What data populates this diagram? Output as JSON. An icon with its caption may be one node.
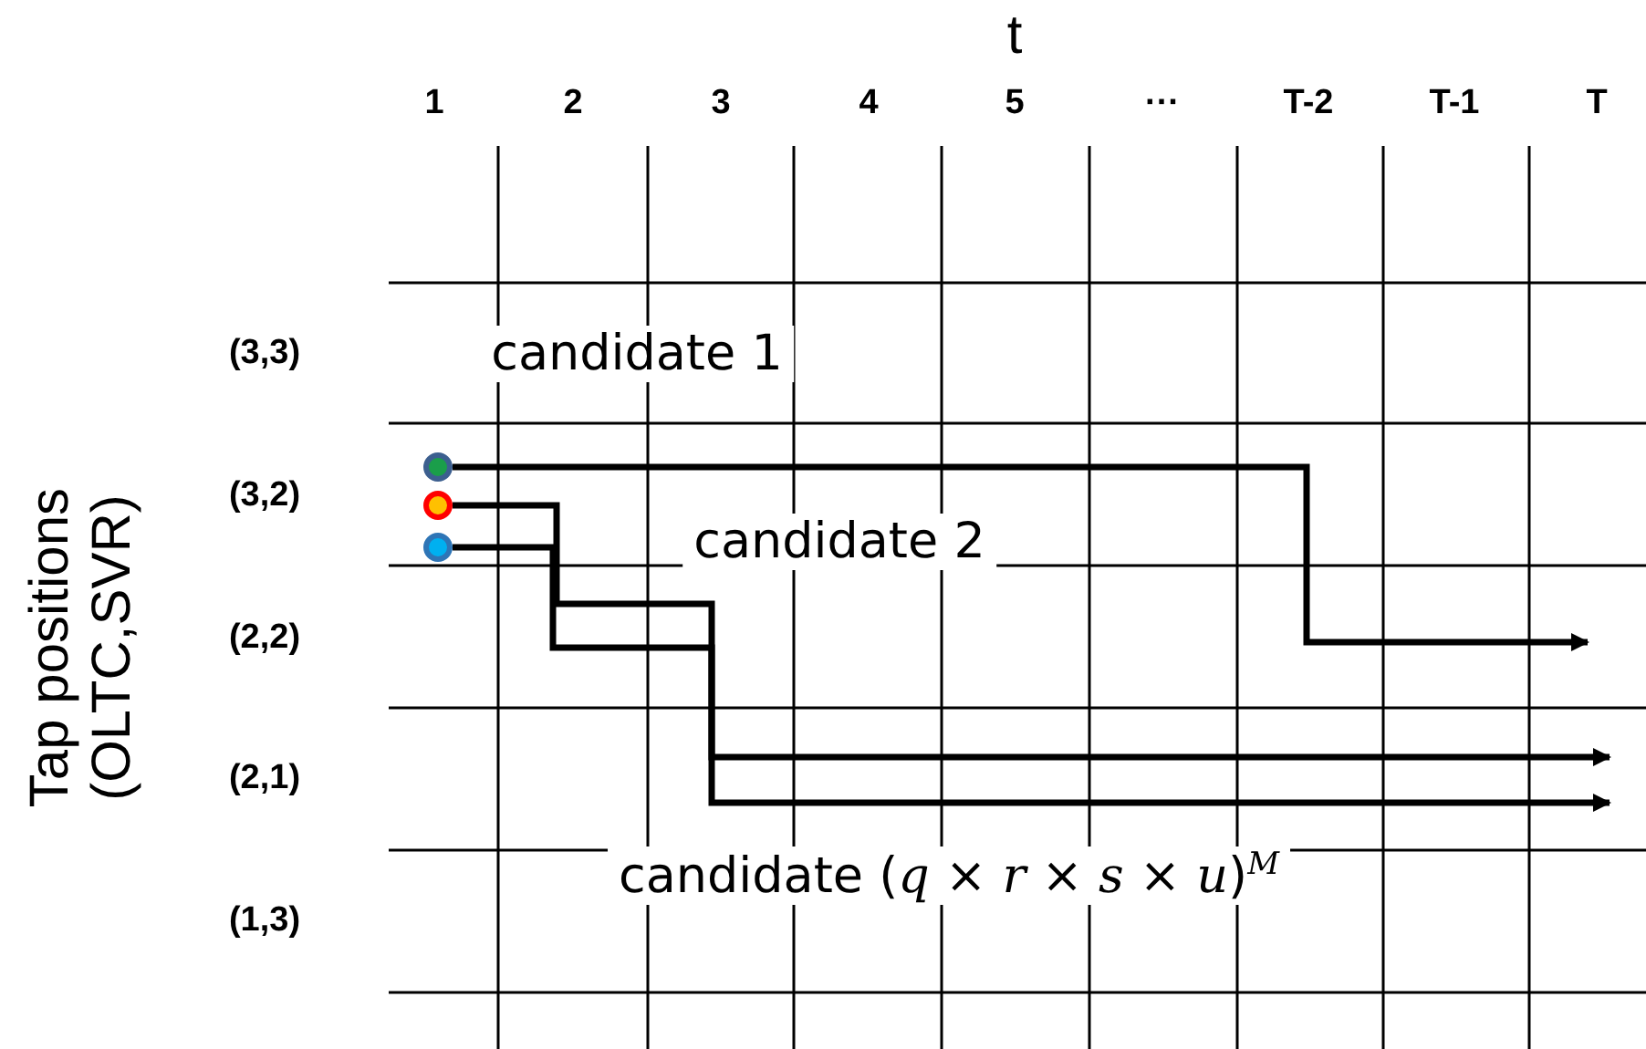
{
  "diagram": {
    "nodes": [
      {
        "text": [],
        "shape": "circle"
      },
      {
        "text": [],
        "shape": "circle"
      },
      {
        "text": [],
        "shape": "circle"
      }
    ],
    "edges": [
      {
        "from": 0,
        "to": null,
        "arrow": "to"
      },
      {
        "from": 1,
        "to": null,
        "arrow": "to"
      },
      {
        "from": 2,
        "to": null,
        "arrow": "to"
      }
    ],
    "labels": [
      "t",
      "1",
      "2",
      "3",
      "4",
      "5",
      "···",
      "T-2",
      "T-1",
      "T",
      "Tap positions (OLTC,SVR)",
      "(3,3)",
      "(3,2)",
      "(2,2)",
      "(2,1)",
      "(1,3)",
      "candidate 1",
      "candidate 2",
      "candidate (*q* × *r* × *s* × *u*)$^{M}$"
    ]
  }
}
